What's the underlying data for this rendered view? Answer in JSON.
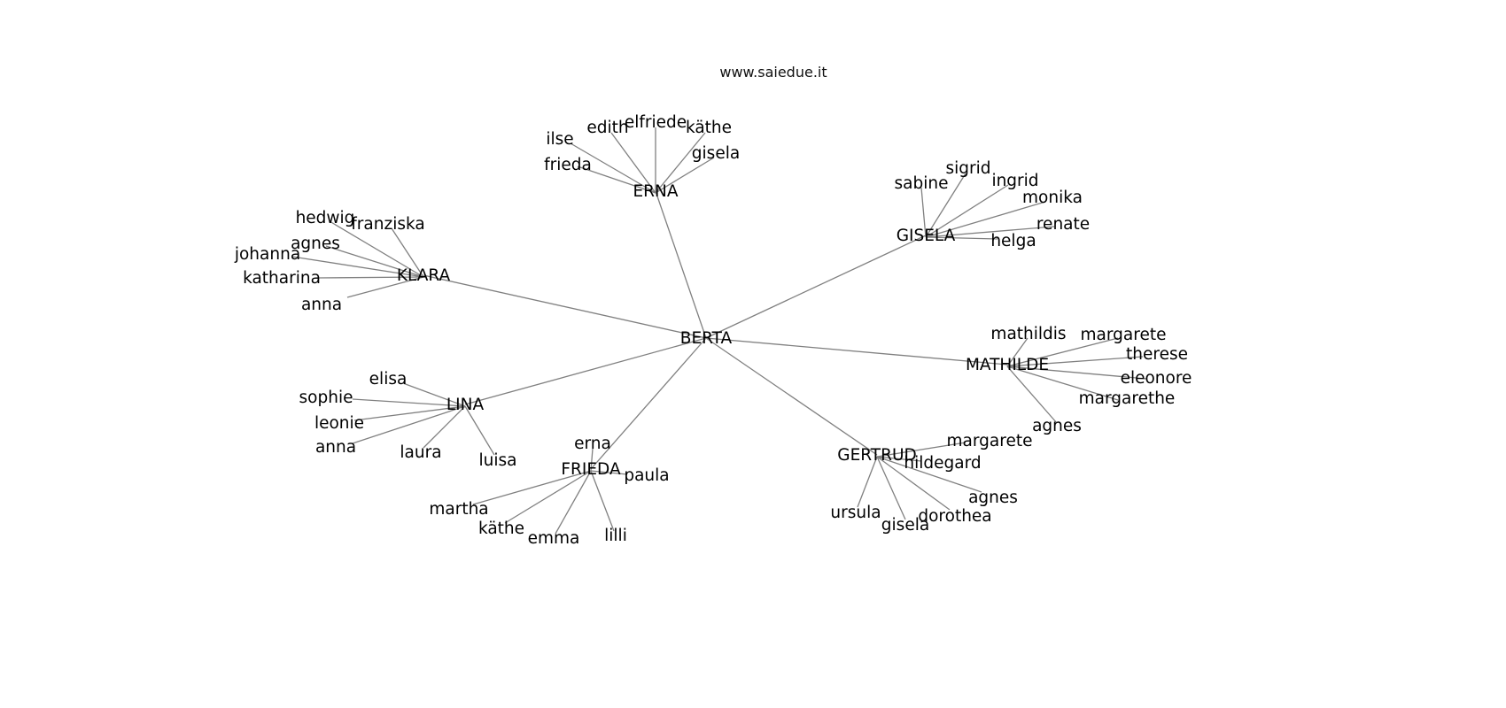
{
  "header": {
    "site": "www.saiedue.it"
  },
  "colors": {
    "edge": "#808080",
    "text": "#000000",
    "background": "#ffffff"
  },
  "tree": {
    "root": "BERTA",
    "groups": [
      {
        "name": "ERNA",
        "children": [
          "ilse",
          "edith",
          "elfriede",
          "käthe",
          "gisela",
          "frieda"
        ]
      },
      {
        "name": "GISELA",
        "children": [
          "sabine",
          "sigrid",
          "ingrid",
          "monika",
          "renate",
          "helga"
        ]
      },
      {
        "name": "KLARA",
        "children": [
          "hedwig",
          "franziska",
          "agnes",
          "johanna",
          "katharina",
          "anna"
        ]
      },
      {
        "name": "MATHILDE",
        "children": [
          "mathildis",
          "margarete",
          "therese",
          "eleonore",
          "margarethe",
          "agnes"
        ]
      },
      {
        "name": "LINA",
        "children": [
          "elisa",
          "sophie",
          "leonie",
          "anna",
          "laura",
          "luisa"
        ]
      },
      {
        "name": "FRIEDA",
        "children": [
          "erna",
          "paula",
          "martha",
          "käthe",
          "emma",
          "lilli"
        ]
      },
      {
        "name": "GERTRUD",
        "children": [
          "margarete",
          "hildegard",
          "agnes",
          "ursula",
          "gisela",
          "dorothea"
        ]
      }
    ]
  }
}
